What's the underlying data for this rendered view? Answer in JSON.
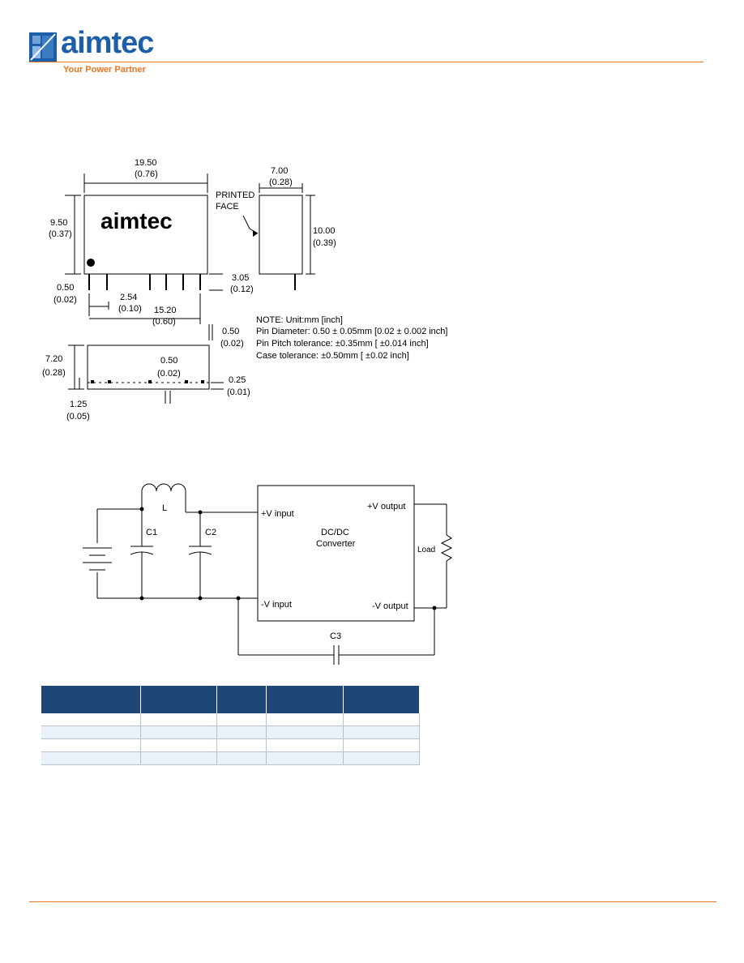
{
  "header": {
    "logo_text": "aimtec",
    "tagline": "Your Power Partner",
    "colors": {
      "brand_blue": "#1c5fa8",
      "accent_orange": "#e8761e",
      "table_header": "#1e4778"
    }
  },
  "dimension_drawing": {
    "top_width_mm": "19.50",
    "top_width_in": "(0.76)",
    "height_mm": "9.50",
    "height_in": "(0.37)",
    "body_logo": "aimtec",
    "standoff_mm": "0.50",
    "standoff_in": "(0.02)",
    "pin_pitch_mm": "2.54",
    "pin_pitch_in": "(0.10)",
    "pin_span_mm": "15.20",
    "pin_span_in": "(0.60)",
    "pin_length_mm": "3.05",
    "pin_length_in": "(0.12)",
    "side_width_mm": "7.00",
    "side_width_in": "(0.28)",
    "side_height_mm": "10.00",
    "side_height_in": "(0.39)",
    "printed_face_line1": "PRINTED",
    "printed_face_line2": "FACE",
    "bottom_height_mm": "7.20",
    "bottom_height_in": "(0.28)",
    "bottom_pin_dia_mm": "0.50",
    "bottom_pin_dia_in": "(0.02)",
    "right_pin_mm": "0.50",
    "right_pin_in": "(0.02)",
    "edge_offset_mm": "1.25",
    "edge_offset_in": "(0.05)",
    "small_offset_mm": "0.25",
    "small_offset_in": "(0.01)",
    "notes": [
      "NOTE: Unit:mm [inch]",
      "Pin Diameter: 0.50 ± 0.05mm [0.02 ± 0.002 inch]",
      "Pin Pitch tolerance: ±0.35mm [ ±0.014 inch]",
      "Case tolerance: ±0.50mm [ ±0.02 inch]"
    ]
  },
  "circuit": {
    "inductor": "L",
    "c1": "C1",
    "c2": "C2",
    "c3": "C3",
    "vin_pos": "+V input",
    "vin_neg": "-V input",
    "vout_pos": "+V output",
    "vout_neg": "-V output",
    "converter_line1": "DC/DC",
    "converter_line2": "Converter",
    "load": "Load"
  },
  "table": {
    "header_cells": [
      "",
      "",
      "",
      "",
      ""
    ],
    "rows": [
      [
        "",
        "",
        "",
        "",
        ""
      ],
      [
        "",
        "",
        "",
        "",
        ""
      ],
      [
        "",
        "",
        "",
        "",
        ""
      ],
      [
        "",
        "",
        "",
        "",
        ""
      ]
    ]
  }
}
